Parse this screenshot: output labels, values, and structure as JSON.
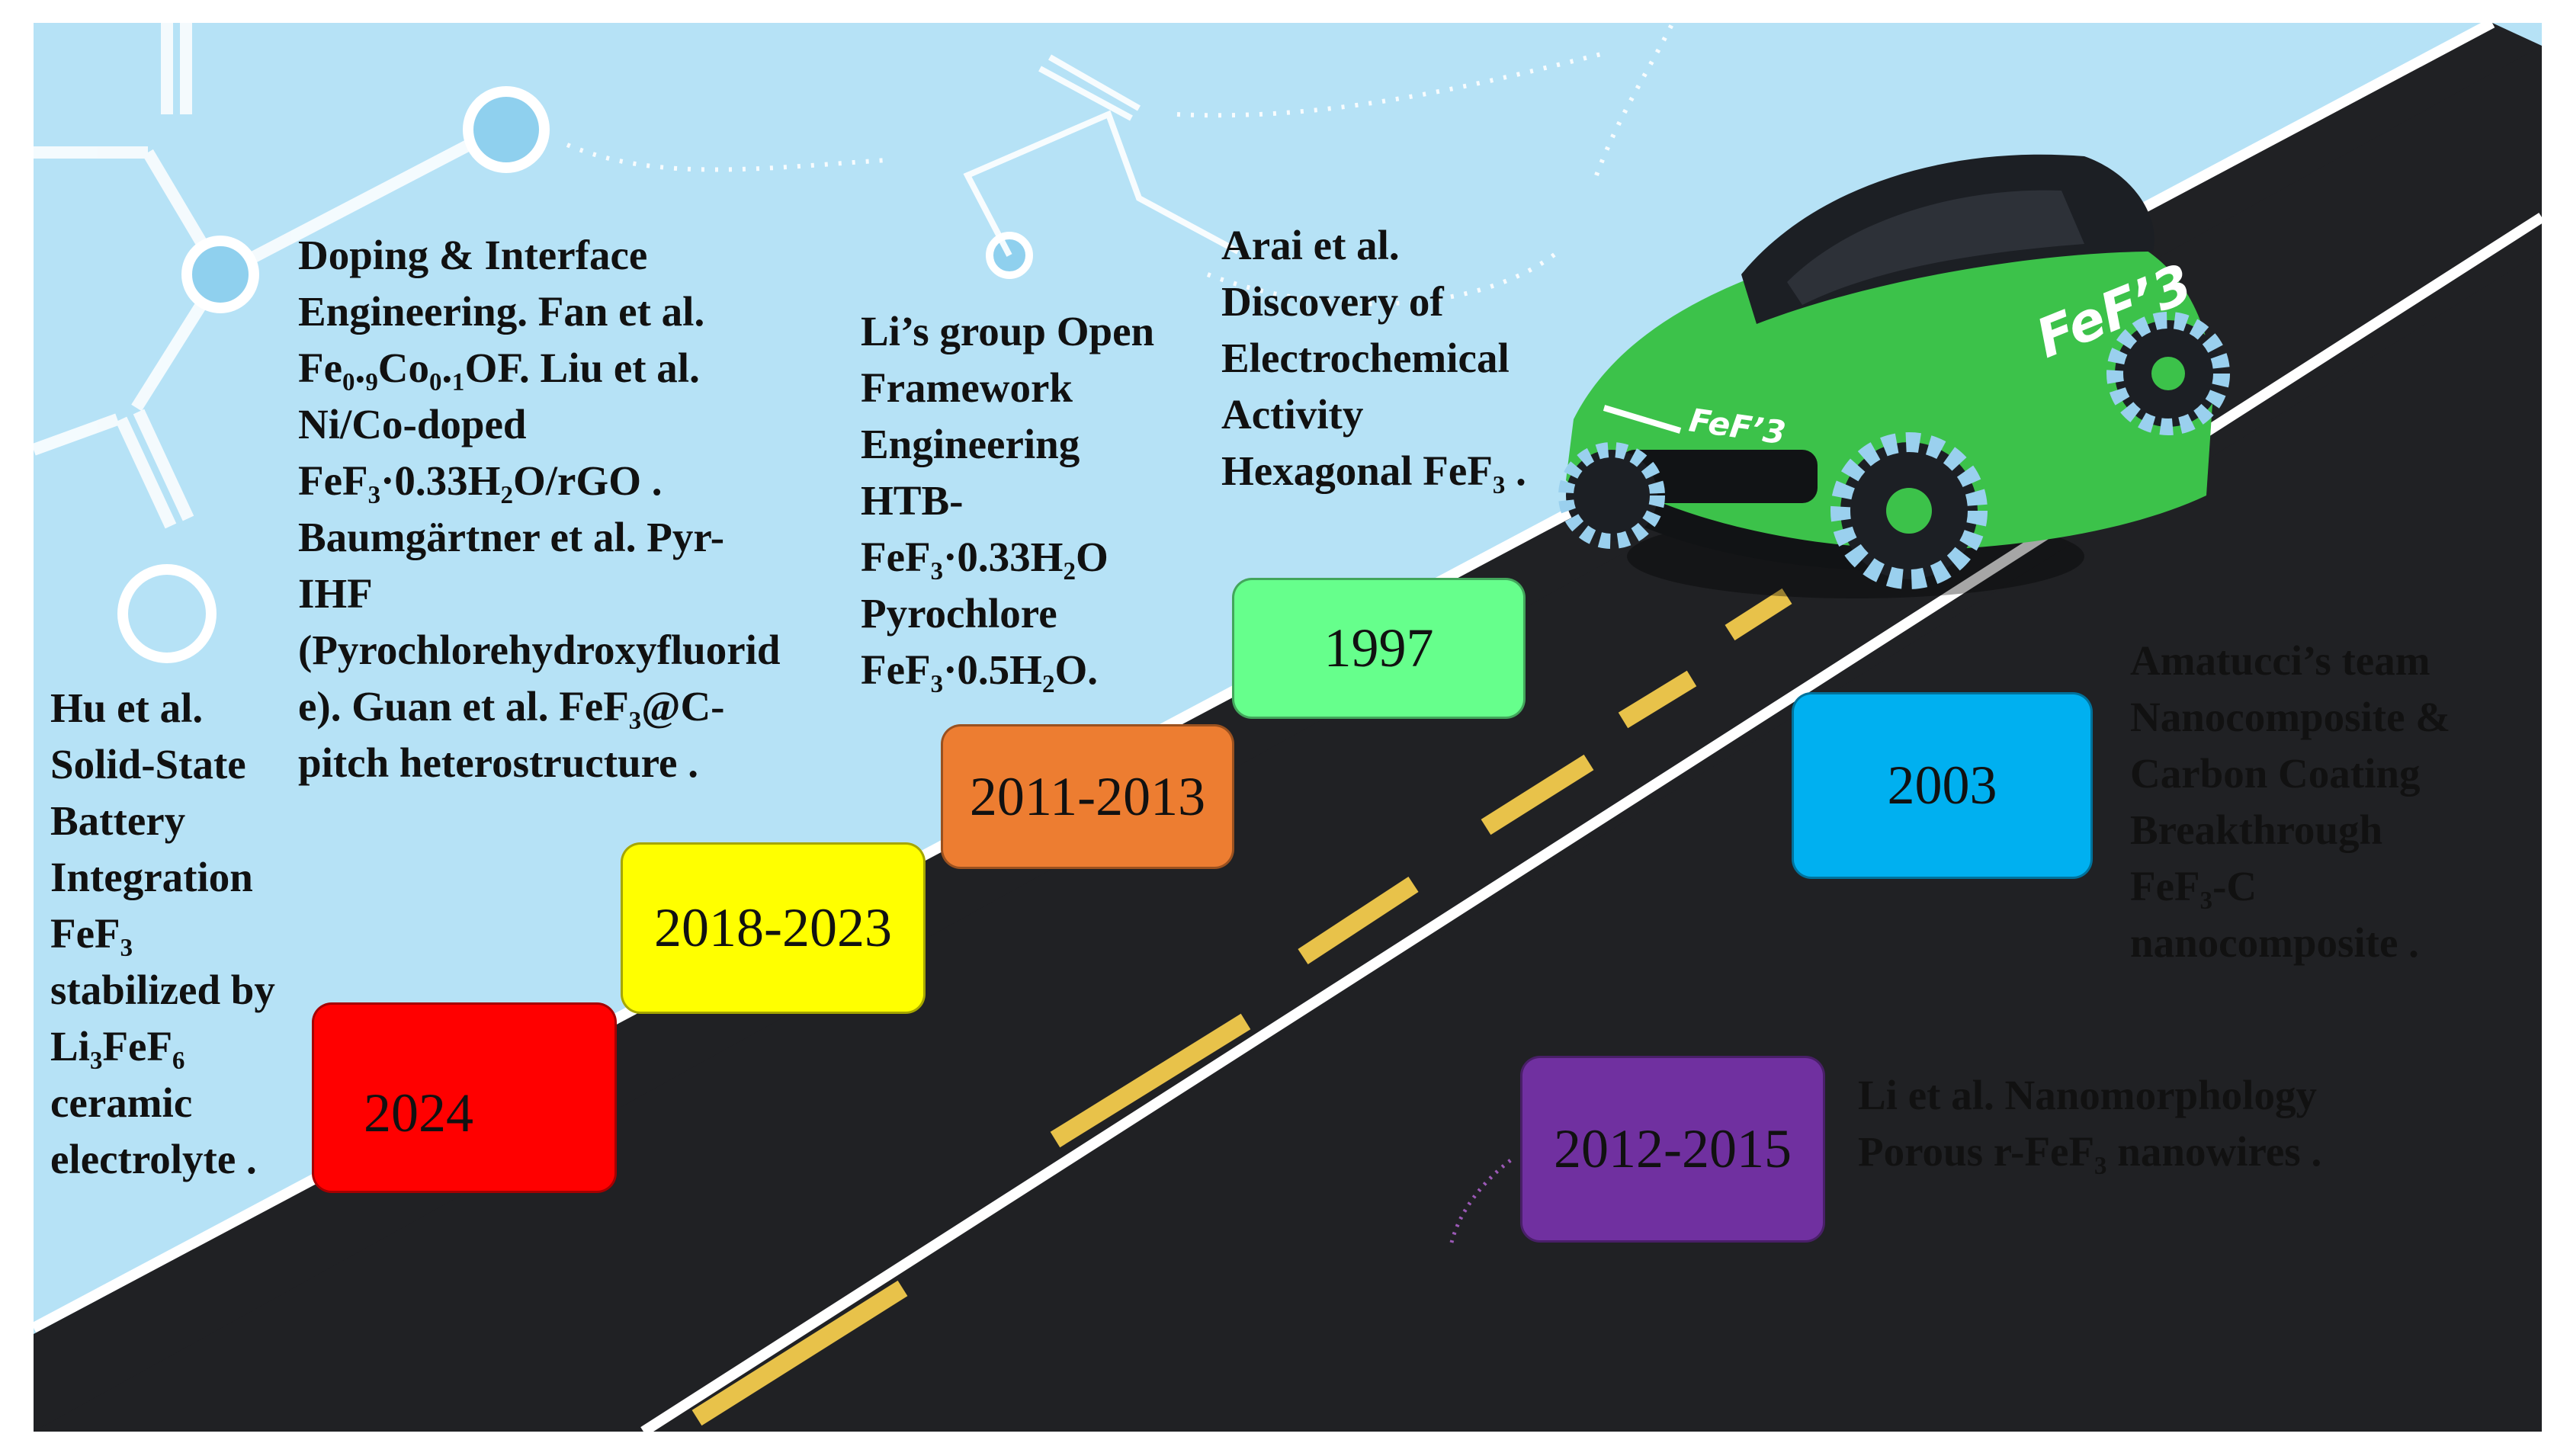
{
  "colors": {
    "sky": "#b6e2f6",
    "road": "#202124",
    "road_edge": "#ffffff",
    "lane_dash": "#e8c24a",
    "molecule": "#ffffff",
    "molecule_fill": "#8fd0ee",
    "car_body": "#3cc24a"
  },
  "car": {
    "badge_hood": "FeF’3",
    "badge_side": "FeF’3"
  },
  "milestones": [
    {
      "year": "2024",
      "color": "#ff0000",
      "text_lines": [
        "Hu et al.",
        "Solid-State",
        "Battery",
        "Integration",
        "FeF₃",
        "stabilized by",
        "Li₃FeF₆",
        "ceramic",
        "electrolyte ."
      ]
    },
    {
      "year": "2018-2023",
      "color": "#ffff00",
      "text_lines": [
        "Doping & Interface",
        "Engineering. Fan et al.",
        "Fe₀.₉Co₀.₁OF. Liu et al.",
        "Ni/Co-doped",
        "FeF₃·0.33H₂O/rGO .",
        "Baumgärtner et al. Pyr-",
        "IHF",
        "(Pyrochlorehydroxyfluorid",
        "e). Guan et al. FeF₃@C-",
        "pitch heterostructure ."
      ]
    },
    {
      "year": "2011-2013",
      "color": "#ed7d31",
      "text_lines": [
        "Li’s group Open",
        "Framework",
        "Engineering",
        "HTB-",
        "FeF₃·0.33H₂O",
        "Pyrochlore",
        "FeF₃·0.5H₂O."
      ]
    },
    {
      "year": "1997",
      "color": "#66ff8c",
      "text_lines": [
        "Arai et al.",
        "Discovery of",
        "Electrochemical",
        "Activity",
        "Hexagonal FeF₃ ."
      ]
    },
    {
      "year": "2003",
      "color": "#00b0f0",
      "text_lines": [
        "Amatucci’s team",
        "Nanocomposite &",
        "Carbon Coating",
        "Breakthrough",
        "FeF₃-C",
        "nanocomposite ."
      ]
    },
    {
      "year": "2012-2015",
      "color": "#7030a0",
      "text_lines": [
        "Li et al. Nanomorphology",
        "Porous r-FeF₃ nanowires ."
      ]
    }
  ]
}
